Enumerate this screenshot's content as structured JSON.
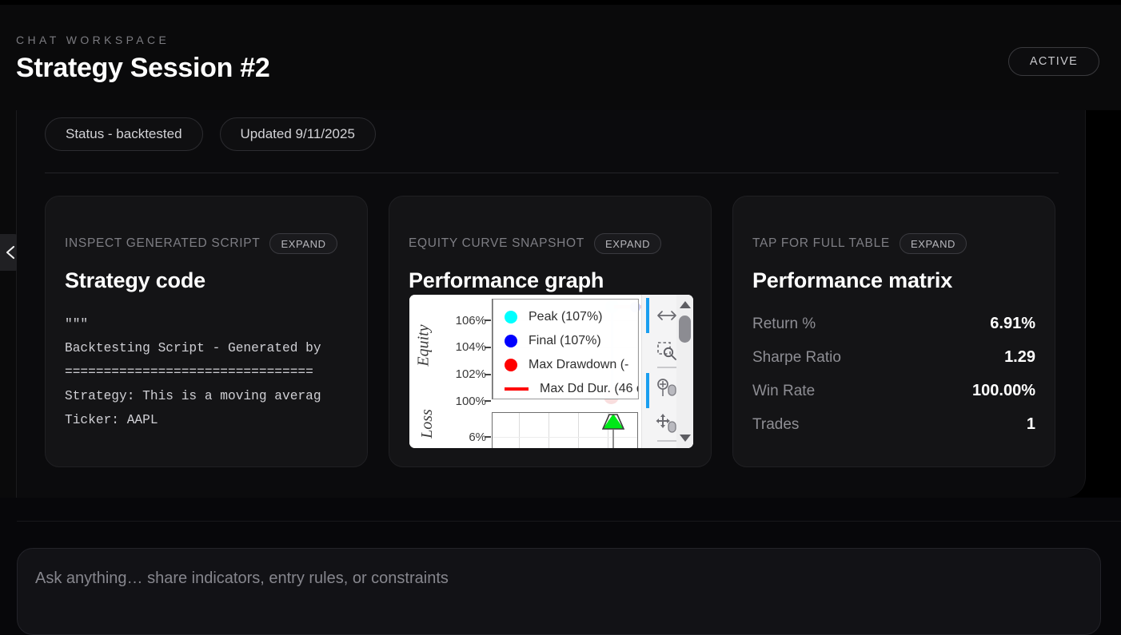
{
  "header": {
    "eyebrow": "CHAT WORKSPACE",
    "title": "Strategy Session #2",
    "status_badge": "ACTIVE"
  },
  "sidebar": {
    "collapse_icon": "chevron-left-icon"
  },
  "meta_pills": [
    {
      "label": "Status - backtested"
    },
    {
      "label": "Updated 9/11/2025"
    }
  ],
  "cards": {
    "script": {
      "kicker": "INSPECT GENERATED SCRIPT",
      "expand_label": "EXPAND",
      "title": "Strategy code",
      "code": "\"\"\"\nBacktesting Script - Generated by\n================================\nStrategy: This is a moving averag\nTicker: AAPL"
    },
    "equity": {
      "kicker": "EQUITY CURVE SNAPSHOT",
      "expand_label": "EXPAND",
      "title": "Performance graph"
    },
    "matrix": {
      "kicker": "TAP FOR FULL TABLE",
      "expand_label": "EXPAND",
      "title": "Performance matrix",
      "rows": [
        {
          "label": "Return %",
          "value": "6.91%"
        },
        {
          "label": "Sharpe Ratio",
          "value": "1.29"
        },
        {
          "label": "Win Rate",
          "value": "100.00%"
        },
        {
          "label": "Trades",
          "value": "1"
        }
      ]
    }
  },
  "chart_data": {
    "type": "line",
    "title": "Performance graph",
    "ylabel_top": "Equity",
    "ylabel_bottom": "Loss",
    "yticks_top": [
      "106%",
      "104%",
      "102%",
      "100%"
    ],
    "yticks_bottom": [
      "6%"
    ],
    "ylim_top": [
      100,
      107
    ],
    "grid": true,
    "legend_position": "upper-left",
    "legend": [
      {
        "label": "Peak (107%)",
        "color": "#00ffff",
        "marker": "circle"
      },
      {
        "label": "Final (107%)",
        "color": "#0000ff",
        "marker": "circle"
      },
      {
        "label": "Max Drawdown (-",
        "color": "#ff0000",
        "marker": "circle"
      },
      {
        "label": "Max Dd Dur. (46 d",
        "color": "#ff0000",
        "marker": "line"
      }
    ],
    "series": [
      {
        "name": "Equity",
        "color": "#dbeaf7",
        "values": [
          100,
          100,
          100,
          100,
          107,
          107
        ]
      }
    ],
    "annotations": [
      {
        "name": "trade-marker",
        "shape": "triangle-up",
        "color": "#00e818",
        "subplot": "loss"
      }
    ]
  },
  "chart_toolbar": {
    "icons": [
      "pan-resize-icon",
      "zoom-to-rect-icon",
      "zoom-mouse-icon",
      "move-mouse-icon"
    ],
    "scrollbar": {
      "up": "scroll-up-arrow",
      "down": "scroll-down-arrow"
    }
  },
  "composer": {
    "placeholder": "Ask anything… share indicators, entry rules, or constraints",
    "value": ""
  }
}
